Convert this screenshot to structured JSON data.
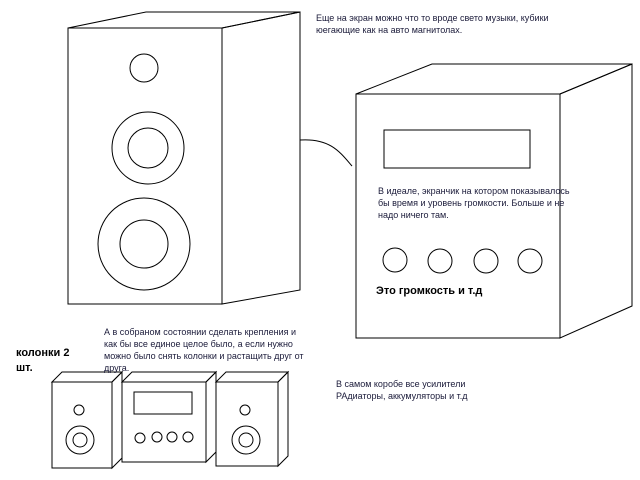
{
  "notes": {
    "screen_idea": "Еще на экран можно что то вроде свето музыки, кубики юегающие как на авто магнитолах.",
    "display_idea": "В идеале, экранчик на котором показывалось бы время и уровень громкости. Больше и не надо ничего там.",
    "volume_label": "Это громкость и т.д",
    "assembly_idea": "А в собраном состоянии сделать крепления и как бы все единое целое было, а если нужно можно было снять колонки и растащить друг от друга.",
    "speakers_label": "колонки 2 шт.",
    "box_contents": "В самом коробе все усилители РАдиаторы, аккумуляторы и т.д"
  }
}
